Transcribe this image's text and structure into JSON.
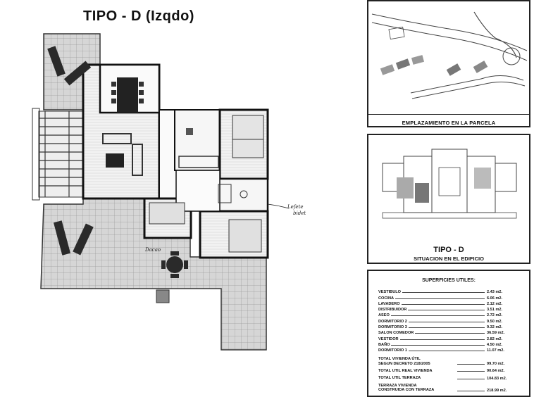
{
  "header": {
    "title": "TIPO - D (Izqdo)"
  },
  "plan": {
    "annotations": {
      "note_right_line1": "Lefete",
      "note_right_line2": "bidet",
      "note_terrace": "Dacao"
    }
  },
  "site_panel": {
    "label": "EMPLAZAMIENTO EN LA PARCELA"
  },
  "building_panel": {
    "type": "TIPO - D",
    "label": "SITUACION EN EL EDIFICIO"
  },
  "surfaces": {
    "title": "SUPERFICIES UTILES:",
    "rows": [
      {
        "label": "VESTIBULO",
        "value": "2.43 m2."
      },
      {
        "label": "COCINA",
        "value": "6.06 m2."
      },
      {
        "label": "LAVADERO",
        "value": "2.12 m2."
      },
      {
        "label": "DISTRIBUIDOR",
        "value": "3.51 m2."
      },
      {
        "label": "ASEO",
        "value": "2.72 m2."
      },
      {
        "label": "DORMITORIO 2",
        "value": "9.50 m2."
      },
      {
        "label": "DORMITORIO 3",
        "value": "9.32 m2."
      },
      {
        "label": "SALON COMEDOR",
        "value": "36.59 m2."
      },
      {
        "label": "VESTIDOR",
        "value": "2.82 m2."
      },
      {
        "label": "BAÑO",
        "value": "4.50 m2."
      },
      {
        "label": "DORMITORIO 1",
        "value": "11.07 m2."
      }
    ],
    "totals": [
      {
        "label_line1": "TOTAL VIVIENDA ÚTIL",
        "label_line2": "SEGUN DECRETO 218/2005",
        "value": "99.70 m2."
      },
      {
        "label_line1": "TOTAL UTIL REAL VIVIENDA",
        "label_line2": "",
        "value": "90.64 m2."
      },
      {
        "label_line1": "TOTAL UTIL TERRAZA",
        "label_line2": "",
        "value": "104.83 m2."
      },
      {
        "label_line1": "TERRAZA VIVIENDA",
        "label_line2": "CONSTRUIDA CON TERRAZA",
        "value": "218.99 m2."
      }
    ]
  }
}
